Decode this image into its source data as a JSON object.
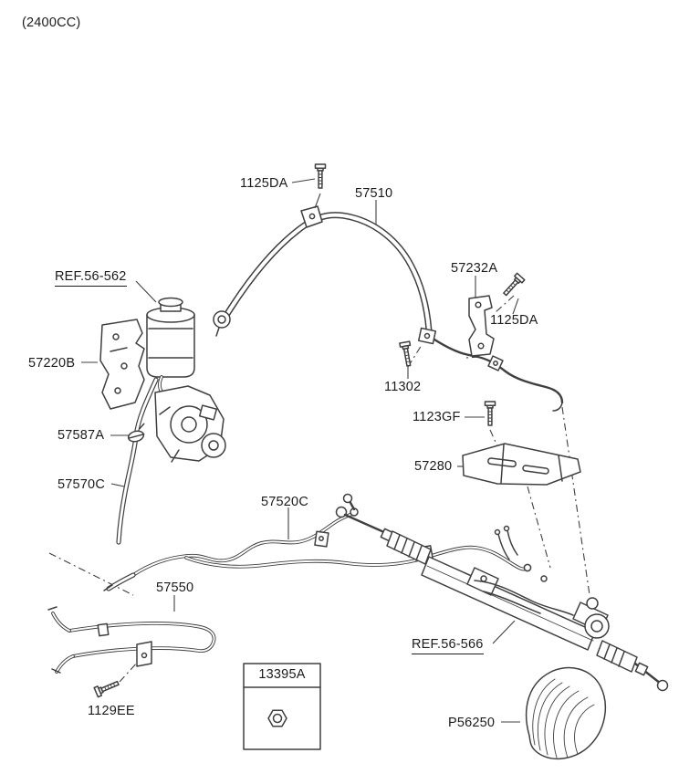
{
  "engine_code": "(2400CC)",
  "labels": {
    "bolt_1125da_top": "1125DA",
    "pressure_hose_57510": "57510",
    "ref_reservoir": "REF.56-562",
    "bracket_57232a": "57232A",
    "bolt_1125da_right": "1125DA",
    "bracket_57220b": "57220B",
    "bolt_11302": "11302",
    "bolt_1123gf": "1123GF",
    "clamp_57587a": "57587A",
    "heat_shield_57280": "57280",
    "suction_hose_57570c": "57570C",
    "return_tube_57520c": "57520C",
    "cooler_tube_57550": "57550",
    "ref_steering_gear": "REF.56-566",
    "nut_13395a": "13395A",
    "bolt_1129ee": "1129EE",
    "protector_p56250": "P56250"
  },
  "colors": {
    "line": "#3f3f3f",
    "text": "#1b1b1b",
    "background": "#ffffff"
  }
}
